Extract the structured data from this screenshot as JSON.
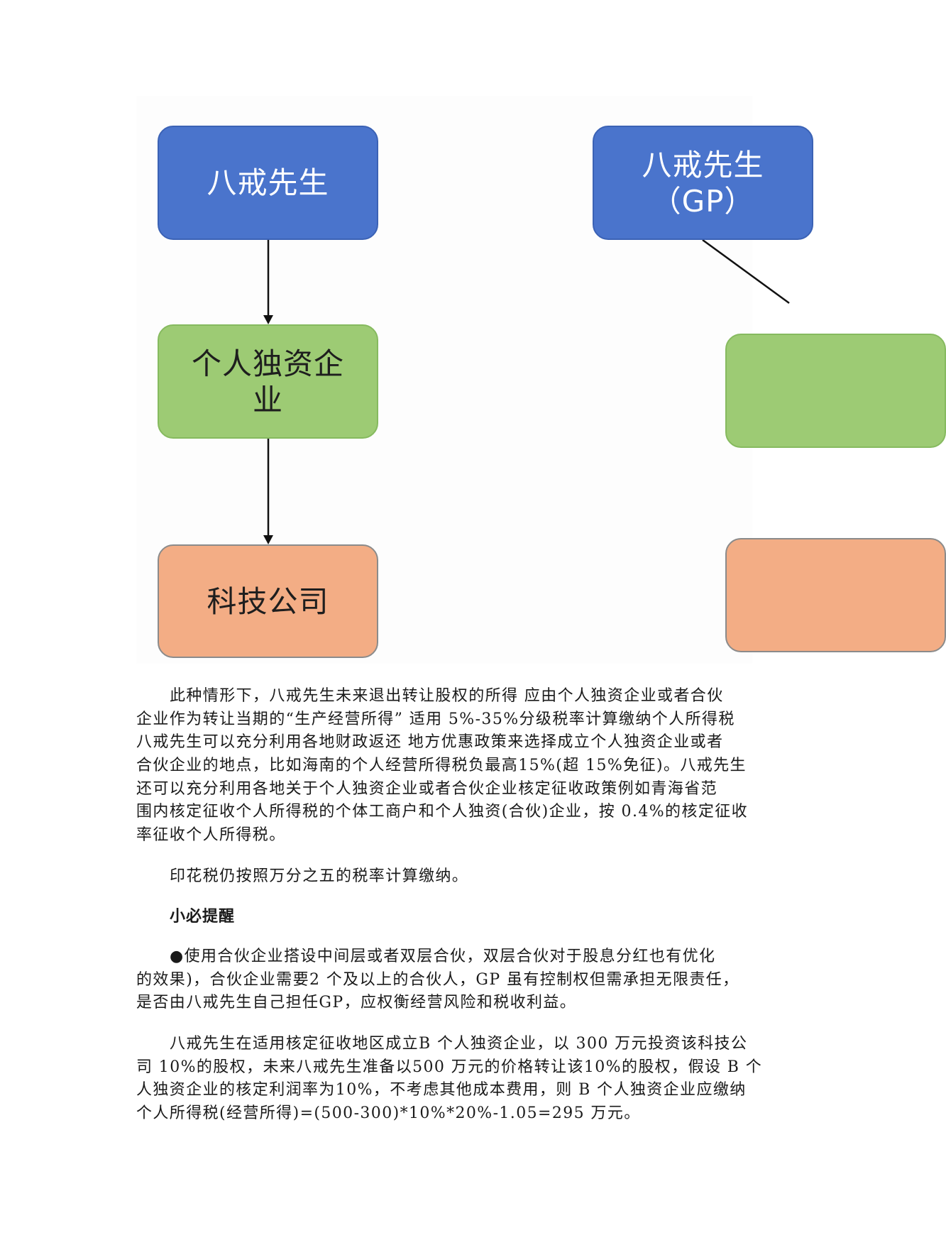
{
  "diagram": {
    "left": {
      "owner": "八戒先生",
      "entity_lines": [
        "个人独资企",
        "业"
      ],
      "company": "科技公司"
    },
    "right": {
      "owner_lines": [
        "八戒先生",
        "（GP）"
      ]
    },
    "colors": {
      "owner_box": "#4A74CC",
      "entity_box": "#9DCB74",
      "company_box": "#F3AD85"
    }
  },
  "body": {
    "p1": [
      "此种情形下，八戒先生未来退出转让股权的所得 应由个人独资企业或者合伙",
      "企业作为转让当期的“生产经营所得” 适用 5%-35%分级税率计算缴纳个人所得税",
      "八戒先生可以充分利用各地财政返还 地方优惠政策来选择成立个人独资企业或者",
      "合伙企业的地点，比如海南的个人经营所得税负最高15%(超 15%免征)。八戒先生",
      "还可以充分利用各地关于个人独资企业或者合伙企业核定征收政策例如青海省范",
      "围内核定征收个人所得税的个体工商户和个人独资(合伙)企业，按 0.4%的核定征收",
      "率征收个人所得税。"
    ],
    "p2": "印花税仍按照万分之五的税率计算缴纳。",
    "heading": "小必提醒",
    "p3": [
      "●使用合伙企业搭设中间层或者双层合伙，双层合伙对于股息分红也有优化",
      "的效果)，合伙企业需要2 个及以上的合伙人，GP 虽有控制权但需承担无限责任，",
      "是否由八戒先生自己担任GP，应权衡经营风险和税收利益。"
    ],
    "p4": [
      "八戒先生在适用核定征收地区成立B 个人独资企业，以 300 万元投资该科技公",
      "司 10%的股权，未来八戒先生准备以500 万元的价格转让该10%的股权，假设 B 个",
      "人独资企业的核定利润率为10%，不考虑其他成本费用，则 B 个人独资企业应缴纳",
      "个人所得税(经营所得)=(500-300)*10%*20%-1.05=295 万元。"
    ]
  }
}
